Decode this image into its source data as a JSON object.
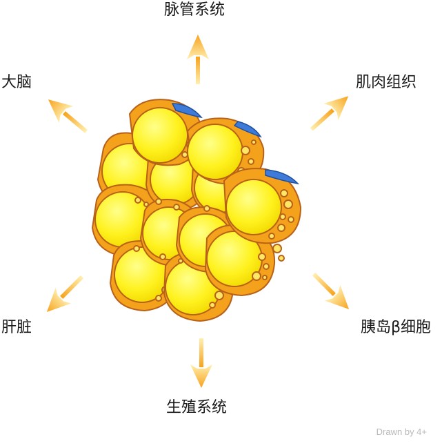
{
  "labels": {
    "vascular": "脉管系统",
    "brain": "大脑",
    "muscle": "肌肉组织",
    "liver": "肝脏",
    "islet_beta": "胰岛β细胞",
    "reproductive": "生殖系统"
  },
  "credit": "Drawn by 4+",
  "colors": {
    "arrow_tip": "#F7A21B",
    "arrow_tail": "#FFE48A",
    "cell_body": "#F4A21B",
    "cell_outline": "#C0651A",
    "nucleus": "#FFF21F",
    "vesicle": "#FFE766",
    "cap": "#3E7BD9"
  }
}
